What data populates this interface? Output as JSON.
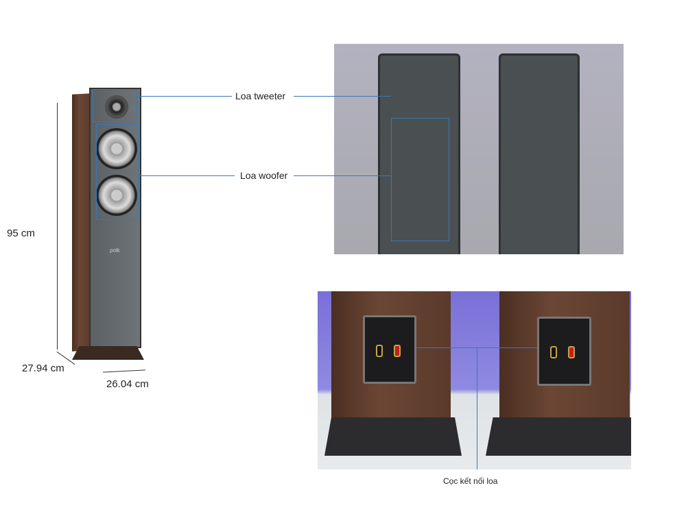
{
  "dimensions": {
    "height": "95 cm",
    "depth": "27.94 cm",
    "width": "26.04 cm"
  },
  "callouts": {
    "tweeter": "Loa tweeter",
    "woofer": "Loa woofer",
    "terminals": "Cọc kết nối loa"
  },
  "brand_logo": "polk",
  "colors": {
    "callout_line": "#3a78b5",
    "wood": "#5a3a2b",
    "grille": "#4a4f52"
  }
}
